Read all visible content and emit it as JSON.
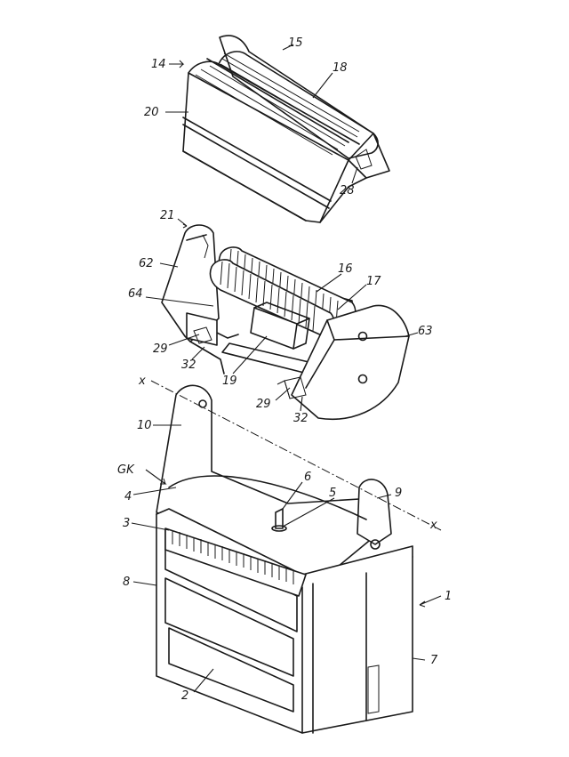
{
  "labels": {
    "l15": "15",
    "l14": "14",
    "l18": "18",
    "l20": "20",
    "l28": "28",
    "l21": "21",
    "l62": "62",
    "l16": "16",
    "l17": "17",
    "l64": "64",
    "l63": "63",
    "l29a": "29",
    "l32a": "32",
    "l19": "19",
    "l29b": "29",
    "l32b": "32",
    "lx1": "x",
    "l10": "10",
    "lGK": "GK",
    "l6": "6",
    "l4": "4",
    "l5": "5",
    "l9": "9",
    "l3": "3",
    "lx2": "x",
    "l1": "1",
    "l8": "8",
    "l7": "7",
    "l2": "2"
  }
}
